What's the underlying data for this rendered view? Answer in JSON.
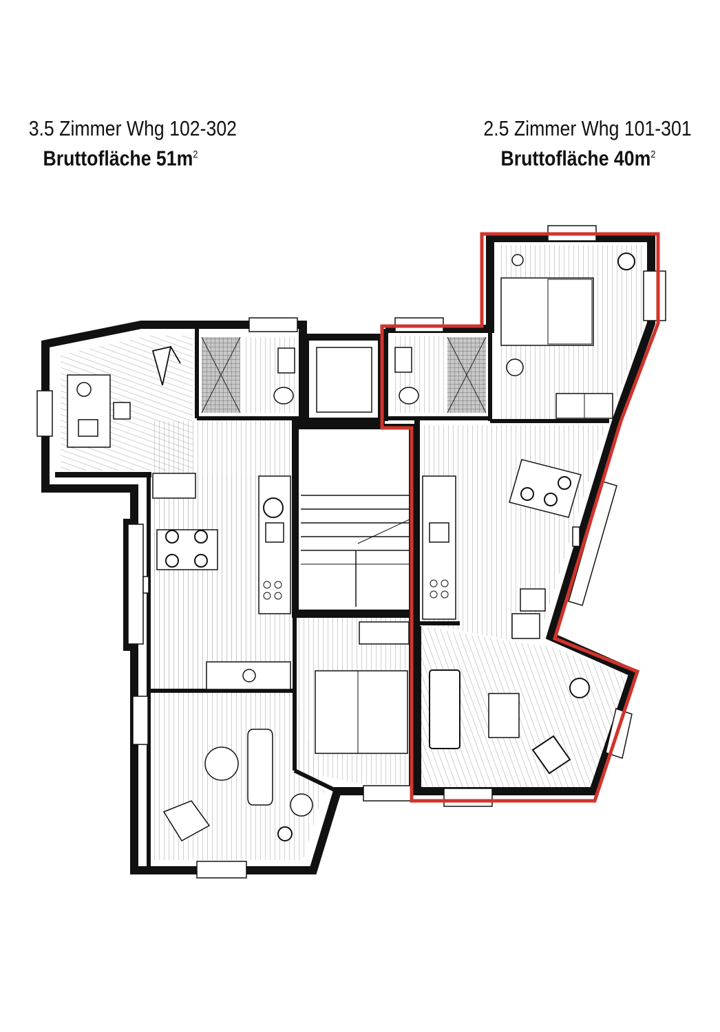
{
  "left_unit": {
    "title": "3.5 Zimmer Whg 102-302",
    "area_label": "Bruttofläche 51m",
    "area_sup": "2"
  },
  "right_unit": {
    "title": "2.5 Zimmer Whg 101-301",
    "area_label": "Bruttofläche 40m",
    "area_sup": "2"
  },
  "colors": {
    "wall": "#111111",
    "highlight": "#d0342c",
    "floor_lines": "#8a8a8a",
    "tile_fill": "#bdbdbd"
  },
  "highlighted_unit": "right_unit"
}
